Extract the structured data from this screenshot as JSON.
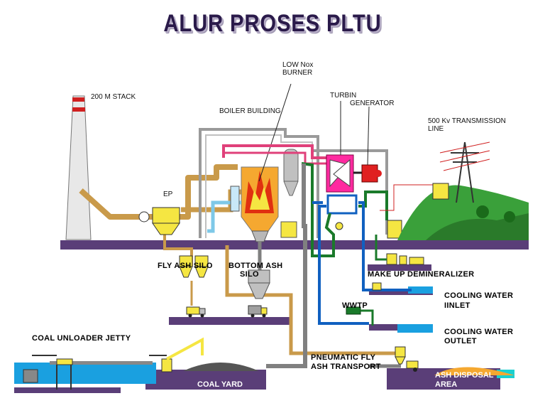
{
  "title": "ALUR PROSES PLTU",
  "labels": {
    "stack": "200  M STACK",
    "low_nox_line1": "LOW Nox",
    "low_nox_line2": "BURNER",
    "boiler_building": "BOILER BUILDING",
    "turbin": "TURBIN",
    "generator": "GENERATOR",
    "transmission_line1": "500 Kv  TRANSMISSION",
    "transmission_line2": "LINE",
    "ep": "EP",
    "fly_ash_silo": "FLY ASH SILO",
    "bottom_ash_line1": "BOTTOM ASH",
    "bottom_ash_line2": "SILO",
    "make_up_demineralizer": "MAKE UP DEMINERALIZER",
    "cooling_inlet_line1": "COOLING WATER",
    "cooling_inlet_line2": "IINLET",
    "wwtp": "WWTP",
    "cooling_outlet_line1": "COOLING WATER",
    "cooling_outlet_line2": "OUTLET",
    "coal_unloader_jetty": "COAL UNLOADER JETTY",
    "pneumatic_line1": "PNEUMATIC FLY",
    "pneumatic_line2": "ASH TRANSPORT",
    "coal_yard": "COAL YARD",
    "ash_disposal_line1": "ASH DISPOSAL",
    "ash_disposal_line2": "AREA"
  },
  "colors": {
    "ground": "#5a3e78",
    "flue_gas_duct": "#c99a4a",
    "steam_pipe": "#e0407a",
    "cooling_pipe": "#1060c0",
    "feedwater_pipe": "#1a7a2a",
    "ash_pipe": "#808080",
    "equipment_yellow": "#f5e642",
    "water": "#1aa0e0",
    "hill": "#3aa03a"
  }
}
